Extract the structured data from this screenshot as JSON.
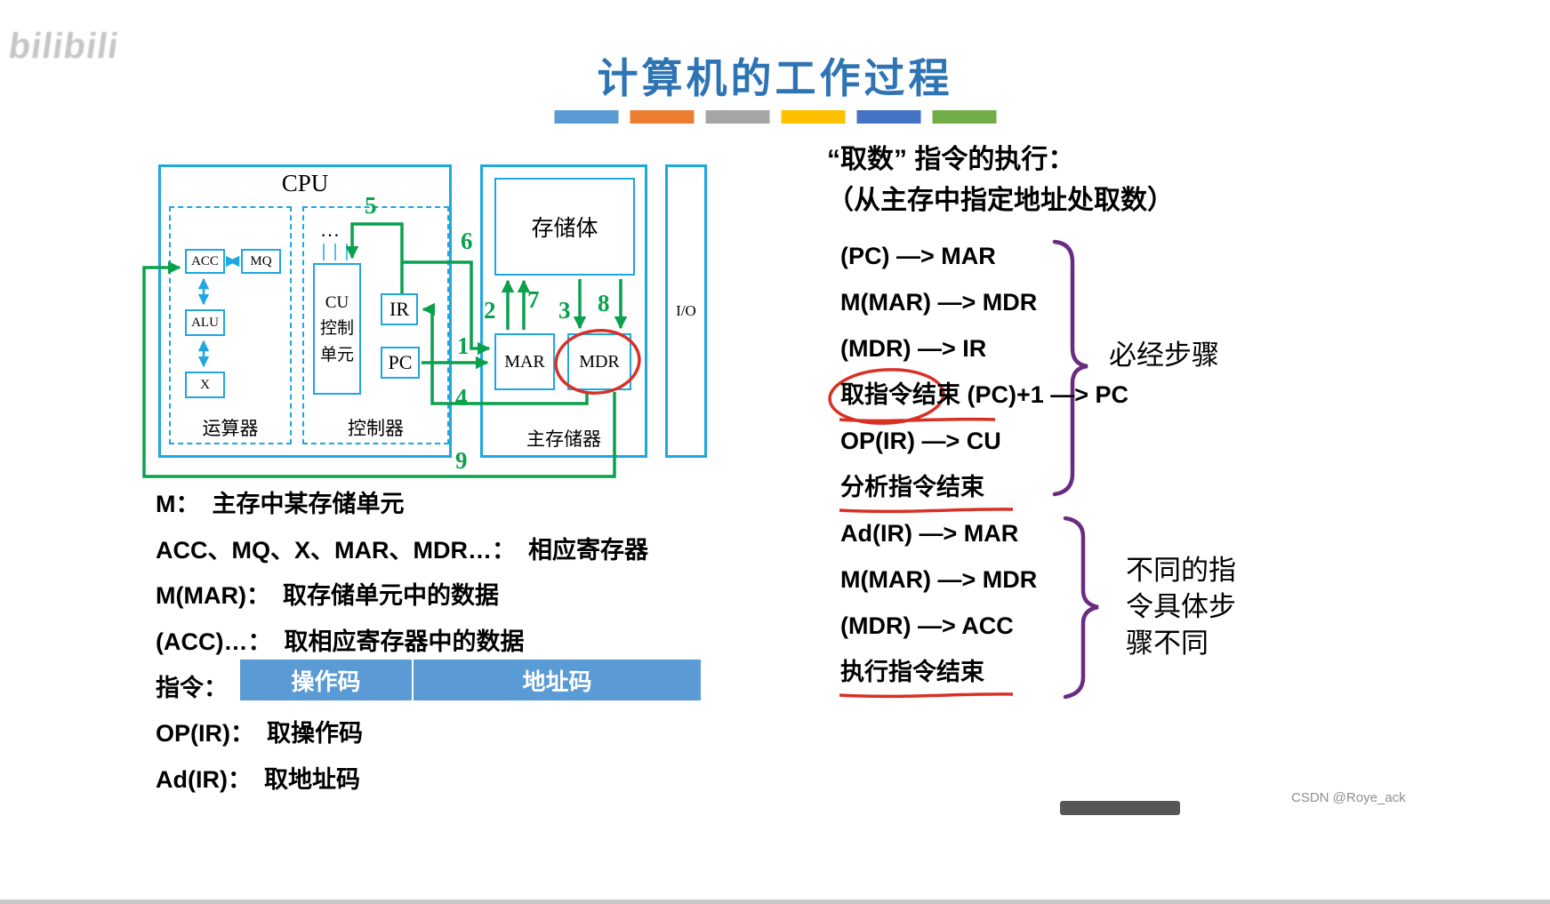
{
  "meta": {
    "title_color": "#2e74b5"
  },
  "title": "计算机的工作过程",
  "watermarks": {
    "bilibili": "bilibili",
    "csdn": "CSDN @Roye_ack"
  },
  "divider": {
    "colors": [
      "#5b9bd5",
      "#ed7d31",
      "#a5a5a5",
      "#ffc000",
      "#4472c4",
      "#70ad47"
    ]
  },
  "diagram": {
    "box_color": "#1ea7e0",
    "line_color": "#0aa14d",
    "annotation_color": "#d93025",
    "cpu_label": "CPU",
    "arith_unit": {
      "acc": "ACC",
      "mq": "MQ",
      "alu": "ALU",
      "x": "X",
      "label": "运算器"
    },
    "control_unit": {
      "dots": "…",
      "cu_lines": [
        "CU",
        "控制",
        "单元"
      ],
      "ir": "IR",
      "pc": "PC",
      "label": "控制器"
    },
    "memory": {
      "body": "存储体",
      "mar": "MAR",
      "mdr": "MDR",
      "label": "主存储器"
    },
    "io": "I/O",
    "flow_numbers": [
      "1",
      "2",
      "3",
      "4",
      "5",
      "6",
      "7",
      "8",
      "9"
    ]
  },
  "legend": {
    "items": [
      {
        "term": "M：",
        "desc": "主存中某存储单元"
      },
      {
        "term": "ACC、MQ、X、MAR、MDR…：",
        "desc": "相应寄存器"
      },
      {
        "term": "M(MAR)：",
        "desc": "取存储单元中的数据"
      },
      {
        "term": "(ACC)…：",
        "desc": "取相应寄存器中的数据"
      }
    ],
    "instruction_label": "指令：",
    "opcode_cell": "操作码",
    "address_cell": "地址码",
    "table_color": "#5b9bd5",
    "items2": [
      {
        "term": "OP(IR)：",
        "desc": "取操作码"
      },
      {
        "term": "Ad(IR)：",
        "desc": "取地址码"
      }
    ]
  },
  "right_panel": {
    "heading1": "“取数” 指令的执行：",
    "heading2": "（从主存中指定地址处取数）",
    "steps": [
      "(PC) —> MAR",
      "M(MAR) —> MDR",
      "(MDR) —> IR",
      "取指令结束 (PC)+1 —> PC",
      "OP(IR) —> CU",
      "分析指令结束",
      "Ad(IR) —> MAR",
      "M(MAR) —> MDR",
      "(MDR) —> ACC",
      "执行指令结束"
    ],
    "brace_color": "#6a2c82",
    "brace1_label": "必经步骤",
    "brace2_lines": [
      "不同的指",
      "令具体步",
      "骤不同"
    ]
  }
}
